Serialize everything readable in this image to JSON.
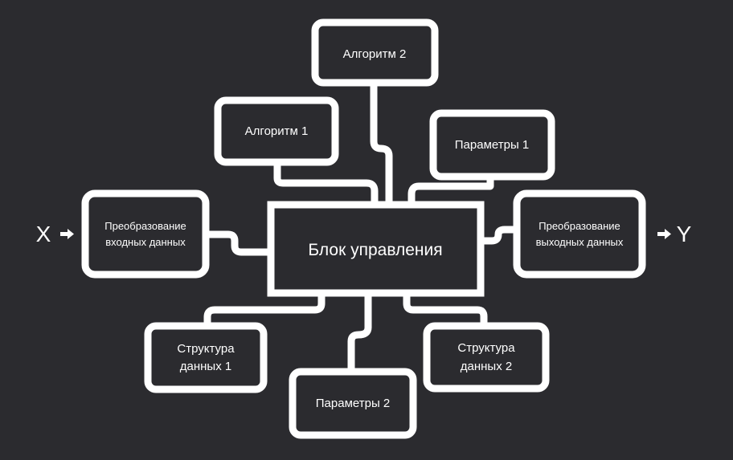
{
  "diagram": {
    "input_label": "X",
    "output_label": "Y",
    "center": "Блок управления",
    "input_transform": [
      "Преобразование",
      "входных данных"
    ],
    "output_transform": [
      "Преобразование",
      "выходных данных"
    ],
    "algorithm1": "Алгоритм 1",
    "algorithm2": "Алгоритм 2",
    "params1": "Параметры 1",
    "params2": "Параметры 2",
    "structure1": [
      "Структура",
      "данных 1"
    ],
    "structure2": [
      "Структура",
      "данных 2"
    ]
  },
  "colors": {
    "background": "#2b2b2f",
    "stroke": "#ffffff",
    "box_fill": "#2b2b2f"
  }
}
